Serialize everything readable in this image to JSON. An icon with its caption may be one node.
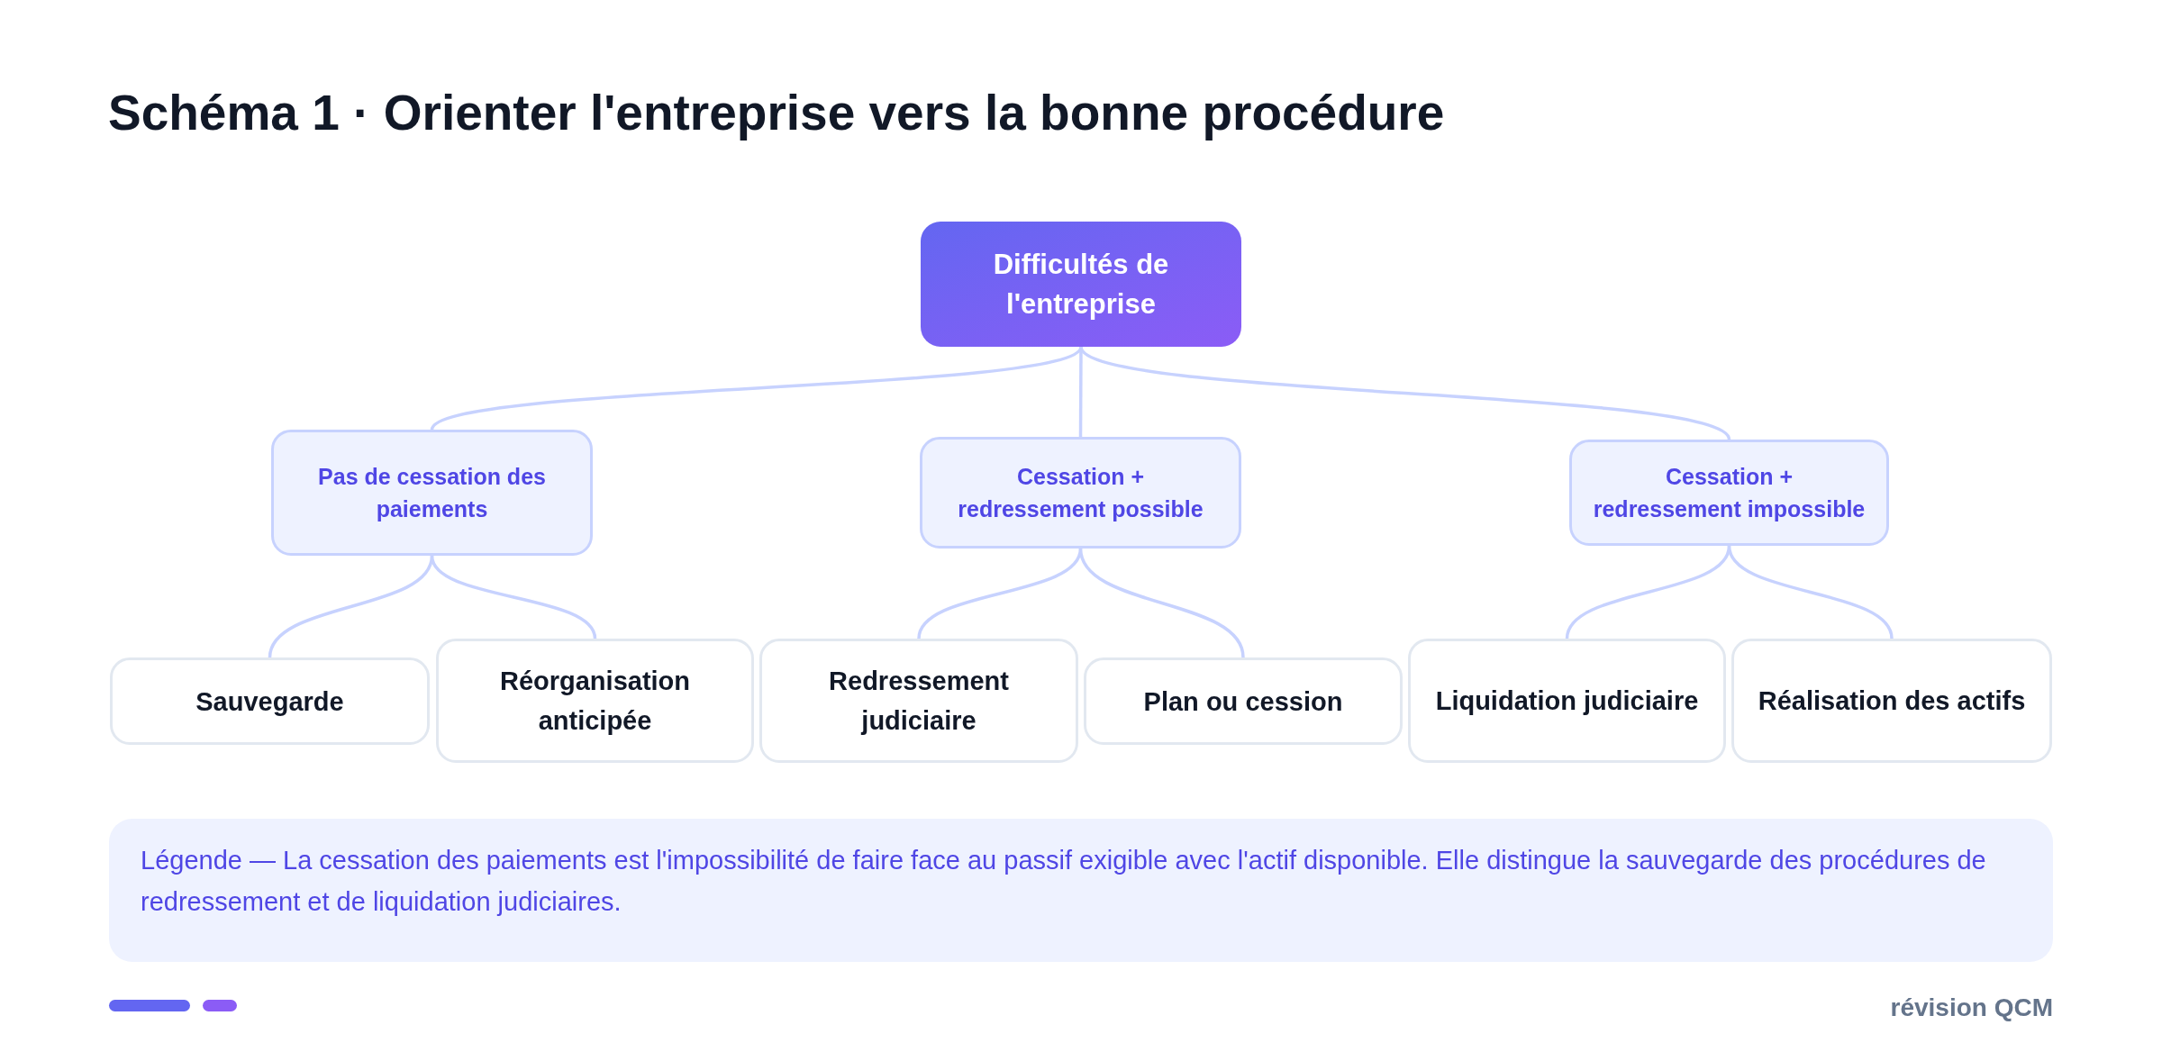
{
  "diagram": {
    "title": "Schéma 1 · Orienter l'entreprise vers la bonne procédure",
    "nodes": [
      {
        "text": [
          "Difficultés de l'entreprise"
        ]
      },
      {
        "text": [
          "Pas de cessation des paiements"
        ]
      },
      {
        "text": [
          "Cessation + redressement possible"
        ]
      },
      {
        "text": [
          "Cessation + redressement impossible"
        ]
      },
      {
        "text": [
          "Sauvegarde"
        ]
      },
      {
        "text": [
          "Réorganisation anticipée"
        ]
      },
      {
        "text": [
          "Redressement judiciaire"
        ]
      },
      {
        "text": [
          "Plan ou cession"
        ]
      },
      {
        "text": [
          "Liquidation judiciaire"
        ]
      },
      {
        "text": [
          "Réalisation des actifs"
        ]
      }
    ],
    "edges": [
      {
        "from": 0,
        "to": 1,
        "arrow": "none"
      },
      {
        "from": 0,
        "to": 2,
        "arrow": "none"
      },
      {
        "from": 0,
        "to": 3,
        "arrow": "none"
      },
      {
        "from": 1,
        "to": 4,
        "arrow": "none"
      },
      {
        "from": 1,
        "to": 5,
        "arrow": "none"
      },
      {
        "from": 2,
        "to": 6,
        "arrow": "none"
      },
      {
        "from": 2,
        "to": 7,
        "arrow": "none"
      },
      {
        "from": 3,
        "to": 8,
        "arrow": "none"
      },
      {
        "from": 3,
        "to": 9,
        "arrow": "none"
      }
    ],
    "labels": [
      "Légende — La cessation des paiements est l'impossibilité de faire face au passif exigible avec l'actif disponible. Elle distingue la sauvegarde des procédures de redressement et de liquidation judiciaires.",
      "révision QCM"
    ]
  }
}
